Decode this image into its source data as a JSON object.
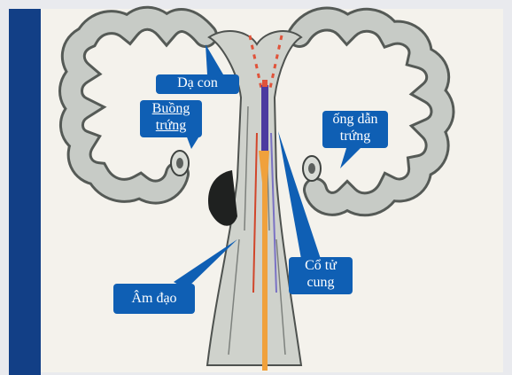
{
  "labels": {
    "uterus": "Dạ con",
    "ovary_line1": "Buồng",
    "ovary_line2": "trứng",
    "tube_line1": "ống dẫn",
    "tube_line2": "trứng",
    "cervix_line1": "Cổ tử",
    "cervix_line2": "cung",
    "vagina": "Âm đạo"
  },
  "colors": {
    "callout": "#0f5fb4",
    "slide_side_bar": "#123f86",
    "tissue": "#c7cbc6",
    "tissue_outline": "#555a56",
    "probe_purple": "#4b3aa0",
    "probe_orange": "#f0a13c",
    "dash_red": "#e0533a"
  }
}
